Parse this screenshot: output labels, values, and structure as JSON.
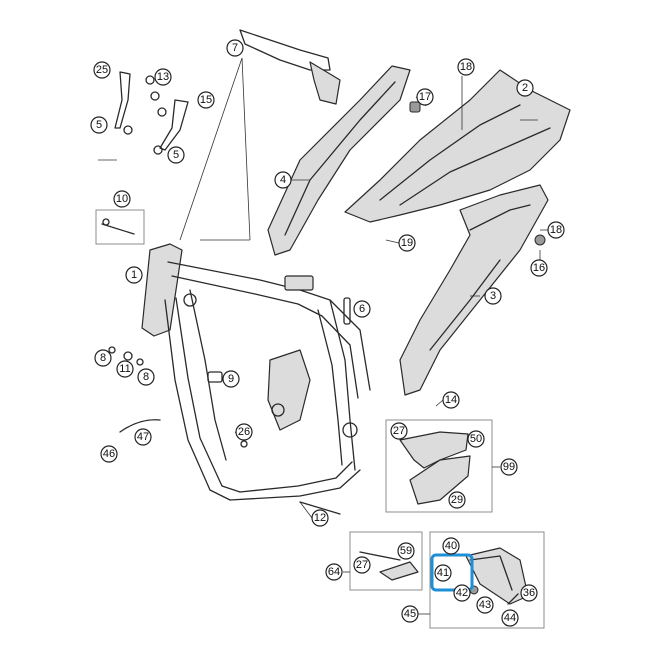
{
  "callouts": {
    "c1": "1",
    "c2": "2",
    "c3": "3",
    "c4": "4",
    "c5a": "5",
    "c5b": "5",
    "c6": "6",
    "c7": "7",
    "c8a": "8",
    "c8b": "8",
    "c9": "9",
    "c10": "10",
    "c11": "11",
    "c12": "12",
    "c13": "13",
    "c14": "14",
    "c15": "15",
    "c16": "16",
    "c17": "17",
    "c18a": "18",
    "c18b": "18",
    "c19": "19",
    "c25": "25",
    "c26": "26",
    "c27a": "27",
    "c27b": "27",
    "c29": "29",
    "c36": "36",
    "c40": "40",
    "c41": "41",
    "c42": "42",
    "c43": "43",
    "c44": "44",
    "c45": "45",
    "c46": "46",
    "c47": "47",
    "c50": "50",
    "c59": "59",
    "c64": "64",
    "c99": "99"
  },
  "colors": {
    "highlight": "#1e8fd6",
    "callout_border": "#222222",
    "part_stroke": "#2a2a2a"
  }
}
